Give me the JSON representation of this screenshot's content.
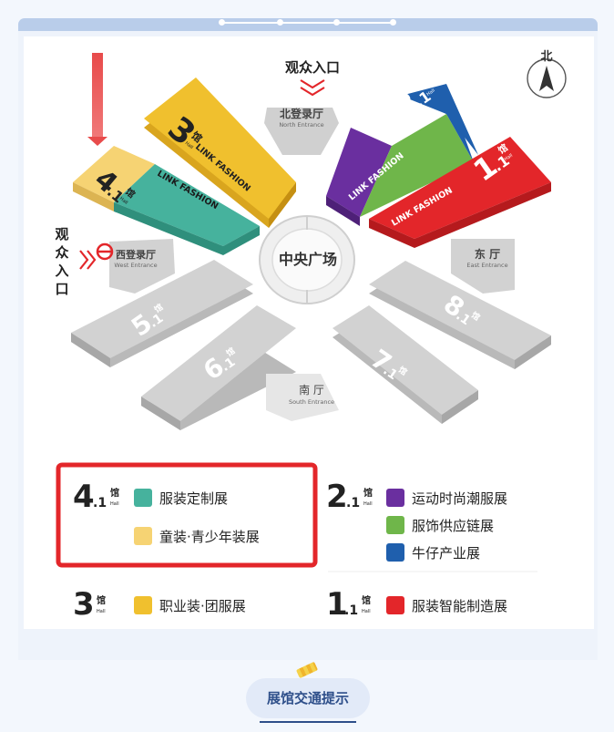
{
  "entrances": {
    "north": {
      "cn": "北登录厅",
      "en": "North Entrance"
    },
    "west": {
      "cn": "西登录厅",
      "en": "West Entrance"
    },
    "east": {
      "cn": "东 厅",
      "en": "East Entrance"
    },
    "south": {
      "cn": "南 厅",
      "en": "South Entrance"
    }
  },
  "audience_entrance_top": "观众入口",
  "audience_entrance_left": [
    "观",
    "众",
    "入",
    "口"
  ],
  "central_plaza": "中央广场",
  "compass": "北",
  "link_fashion": "LINK FASHION",
  "hall_word_cn": "馆",
  "hall_word_en": "Hall",
  "halls": [
    {
      "number": "4",
      "sub": ".1"
    },
    {
      "number": "3",
      "sub": ""
    },
    {
      "number": "2",
      "sub": ".1"
    },
    {
      "number": "1",
      "sub": ".1"
    },
    {
      "number": "5",
      "sub": ".1"
    },
    {
      "number": "6",
      "sub": ".1"
    },
    {
      "number": "7",
      "sub": ".1"
    },
    {
      "number": "8",
      "sub": ".1"
    }
  ],
  "legend": {
    "hall_4_1": {
      "number": "4",
      "sub": ".1",
      "items": [
        {
          "color": "#46b29d",
          "label": "服装定制展"
        },
        {
          "color": "#f6d373",
          "label": "童装·青少年装展"
        }
      ]
    },
    "hall_2_1": {
      "number": "2",
      "sub": ".1",
      "items": [
        {
          "color": "#6a2f9f",
          "label": "运动时尚潮服展"
        },
        {
          "color": "#6fb64a",
          "label": "服饰供应链展"
        },
        {
          "color": "#1f5fad",
          "label": "牛仔产业展"
        }
      ]
    },
    "hall_3": {
      "number": "3",
      "sub": "",
      "items": [
        {
          "color": "#f0c02e",
          "label": "职业装·团服展"
        }
      ]
    },
    "hall_1_1": {
      "number": "1",
      "sub": ".1",
      "items": [
        {
          "color": "#e3262a",
          "label": "服装智能制造展"
        }
      ]
    }
  },
  "footer": "展馆交通提示"
}
